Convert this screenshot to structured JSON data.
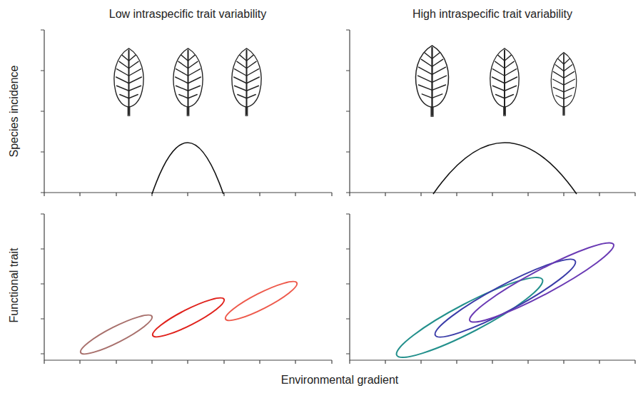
{
  "diagram": {
    "labels": [
      "Low intraspecific trait variability",
      "High intraspecific trait variability",
      "Species incidence",
      "Functional trait",
      "Environmental gradient"
    ]
  }
}
